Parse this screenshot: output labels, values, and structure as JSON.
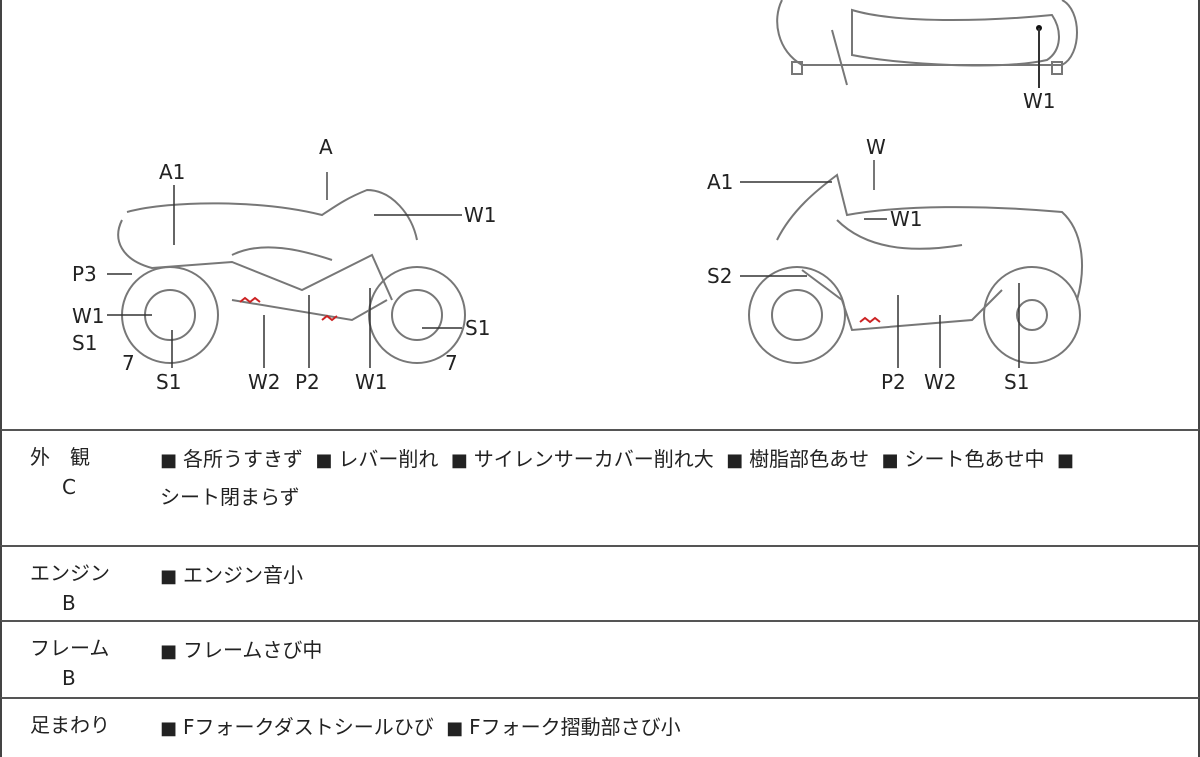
{
  "diagram": {
    "top_view_labels": [
      "W1"
    ],
    "left_view_labels": [
      "A",
      "A1",
      "W1",
      "P3",
      "W1",
      "S1",
      "7",
      "S1",
      "W2",
      "P2",
      "W1",
      "7",
      "S1"
    ],
    "right_view_labels": [
      "W",
      "A1",
      "W1",
      "S2",
      "P2",
      "W2",
      "S1"
    ],
    "damage_color": "#cc2222"
  },
  "rows": [
    {
      "category": "外　観",
      "grade": "C",
      "items": [
        "各所うすきず",
        "レバー削れ",
        "サイレンサーカバー削れ大",
        "樹脂部色あせ",
        "シート色あせ中",
        "シート閉まらず"
      ]
    },
    {
      "category": "エンジン",
      "grade": "B",
      "items": [
        "エンジン音小"
      ]
    },
    {
      "category": "フレーム",
      "grade": "B",
      "items": [
        "フレームさび中"
      ]
    },
    {
      "category": "足まわり",
      "grade": "",
      "items": [
        "Fフォークダストシールひび",
        "Fフォーク摺動部さび小"
      ]
    }
  ]
}
